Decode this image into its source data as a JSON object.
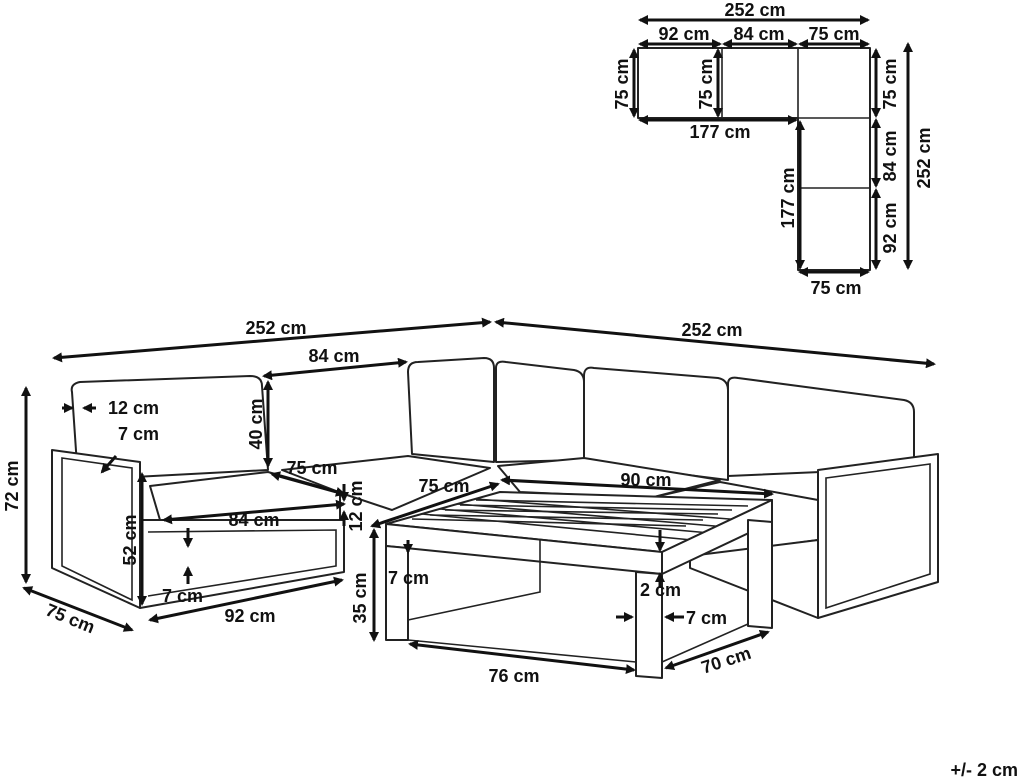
{
  "tolerance": "+/- 2 cm",
  "plan": {
    "total_width": "252 cm",
    "seg_left": "92 cm",
    "seg_mid": "84 cm",
    "seg_right": "75 cm",
    "depth_left": "75 cm",
    "depth_inner": "75 cm",
    "depth_right": "75 cm",
    "inner_length_top": "177 cm",
    "inner_length_side": "177 cm",
    "side_seg_mid": "84 cm",
    "side_seg_bottom": "92 cm",
    "total_height": "252 cm",
    "bottom_width": "75 cm"
  },
  "sofa": {
    "length_left": "252 cm",
    "length_right": "252 cm",
    "back_seat_width": "84 cm",
    "armrest_width": "12 cm",
    "armrest_thickness": "7 cm",
    "back_height": "40 cm",
    "seat_depth": "75 cm",
    "height": "72 cm",
    "seat_width": "84 cm",
    "armrest_height": "52 cm",
    "leg_height": "7 cm",
    "depth": "75 cm",
    "module_width": "92 cm",
    "cushion_thickness": "12 cm"
  },
  "table": {
    "depth_top": "75 cm",
    "width_top": "90 cm",
    "height": "35 cm",
    "top_thickness": "7 cm",
    "slat_thickness": "2 cm",
    "leg_width": "7 cm",
    "base_length": "76 cm",
    "base_width": "70 cm"
  }
}
